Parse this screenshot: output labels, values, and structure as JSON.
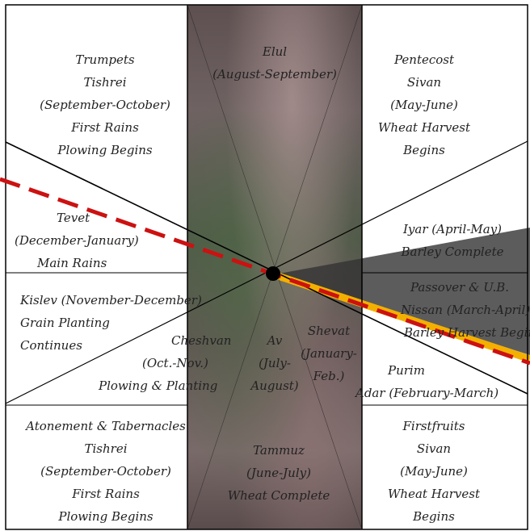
{
  "sectors": {
    "elul": [
      "Elul",
      "(August-September)"
    ],
    "trumpets": [
      "Trumpets",
      "Tishrei",
      "(September-October)",
      "First Rains",
      "Plowing Begins"
    ],
    "pentecost": [
      "Pentecost",
      "Sivan",
      "(May-June)",
      "Wheat Harvest",
      "Begins"
    ],
    "tevet": [
      "Tevet",
      "(December-January)",
      "Main Rains"
    ],
    "iyar": [
      "Iyar (April-May)",
      "Barley Complete"
    ],
    "kislev": [
      "Kislev (November-December)",
      "Grain Planting",
      "Continues"
    ],
    "passover": [
      "Passover & U.B.",
      "Nissan (March-April)",
      "Barley Harvest Begins"
    ],
    "cheshvan": [
      "Cheshvan",
      "(Oct.-Nov.)",
      "Plowing & Planting"
    ],
    "av": [
      "Av",
      "(July-",
      "August)"
    ],
    "shevat": [
      "Shevat",
      "(January-",
      "Feb.)"
    ],
    "purim": [
      "Purim",
      "Adar (February-March)"
    ],
    "atonement": [
      "Atonement & Tabernacles",
      "Tishrei",
      "(September-October)",
      "First Rains",
      "Plowing Begins"
    ],
    "tammuz": [
      "Tammuz",
      "(June-July)",
      "Wheat Complete"
    ],
    "firstfruits": [
      "Firstfruits",
      "Sivan",
      "(May-June)",
      "Wheat Harvest",
      "Begins"
    ]
  },
  "colors": {
    "dashed_line": "#cc1111",
    "shadow": "#333333",
    "highlight_band": "#f3b000"
  }
}
